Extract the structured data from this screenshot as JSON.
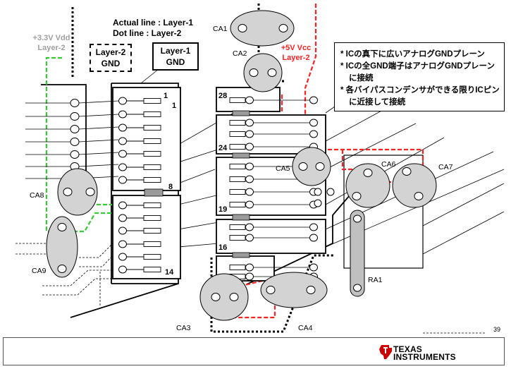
{
  "legend": {
    "actual_line": "Actual line : Layer-1",
    "dot_line": "Dot line : Layer-2"
  },
  "gnd_boxes": {
    "layer2": {
      "line1": "Layer-2",
      "line2": "GND"
    },
    "layer1": {
      "line1": "Layer-1",
      "line2": "GND"
    }
  },
  "power": {
    "vdd": {
      "line1": "+3.3V Vdd",
      "line2": "Layer-2"
    },
    "vcc": {
      "line1": "+5V Vcc",
      "line2": "Layer-2"
    }
  },
  "notes": [
    "* ICの真下に広いアナログGNDプレーン",
    "* ICの全GND端子はアナログGNDプレーン",
    "に接続",
    "* 各バイパスコンデンサができる限りICピン",
    "に近接して接続"
  ],
  "capacitors": {
    "ca1": "CA1",
    "ca2": "CA2",
    "ca3": "CA3",
    "ca4": "CA4",
    "ca5": "CA5",
    "ca6": "CA6",
    "ca7": "CA7",
    "ca8": "CA8",
    "ca9": "CA9"
  },
  "resistor": "RA1",
  "pin_numbers": {
    "p1a": "1",
    "p1b": "1",
    "p8": "8",
    "p14": "14",
    "p28": "28",
    "p24": "24",
    "p19": "19",
    "p16": "16"
  },
  "page_number": "39",
  "logo": {
    "line1": "Texas",
    "line2": "Instruments"
  },
  "colors": {
    "vdd_trace": "#33cc33",
    "vcc_trace": "#ff2020",
    "cap_fill": "#d3d3d3",
    "text_gray": "#9e9e9e"
  }
}
